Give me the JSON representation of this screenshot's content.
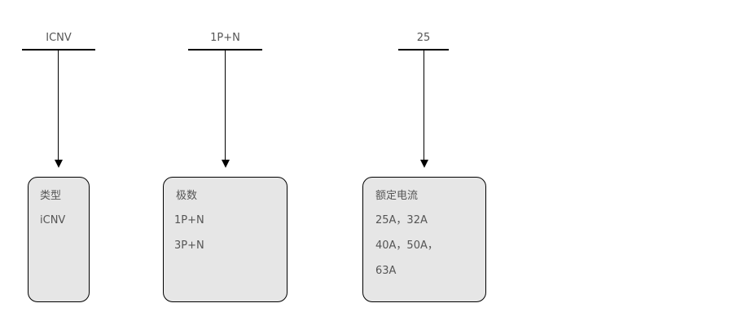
{
  "segments": [
    {
      "code": "ICNV",
      "box": {
        "title": "类型",
        "lines": [
          "iCNV"
        ]
      }
    },
    {
      "code": "1P+N",
      "box": {
        "title": "极数",
        "lines": [
          "1P+N",
          "3P+N"
        ]
      }
    },
    {
      "code": "25",
      "box": {
        "title": "额定电流",
        "lines": [
          "25A，32A",
          "40A，50A，",
          "63A"
        ]
      }
    }
  ],
  "colors": {
    "box_fill": "#e6e6e6",
    "stroke": "#000000",
    "text": "#555555"
  }
}
